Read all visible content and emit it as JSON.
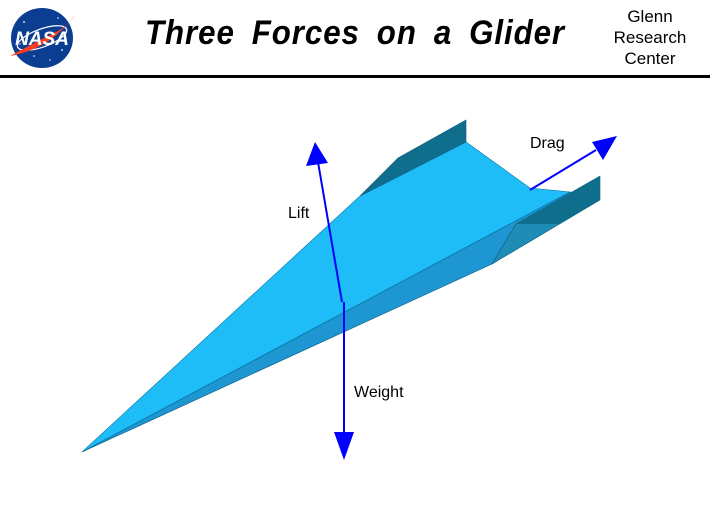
{
  "header": {
    "logo_text": "NASA",
    "title": "Three Forces on a Glider",
    "center_lines": [
      "Glenn",
      "Research",
      "Center"
    ]
  },
  "diagram": {
    "forces": {
      "lift": "Lift",
      "drag": "Drag",
      "weight": "Weight"
    }
  },
  "colors": {
    "wing_top": "#1ebdf7",
    "wing_underside": "#1e96d2",
    "fin_dark": "#0f6e8c",
    "fin_light": "#1e8cb4",
    "arrow": "#0000ff",
    "nasa_blue": "#0b3d91",
    "nasa_red": "#fc3d21"
  }
}
